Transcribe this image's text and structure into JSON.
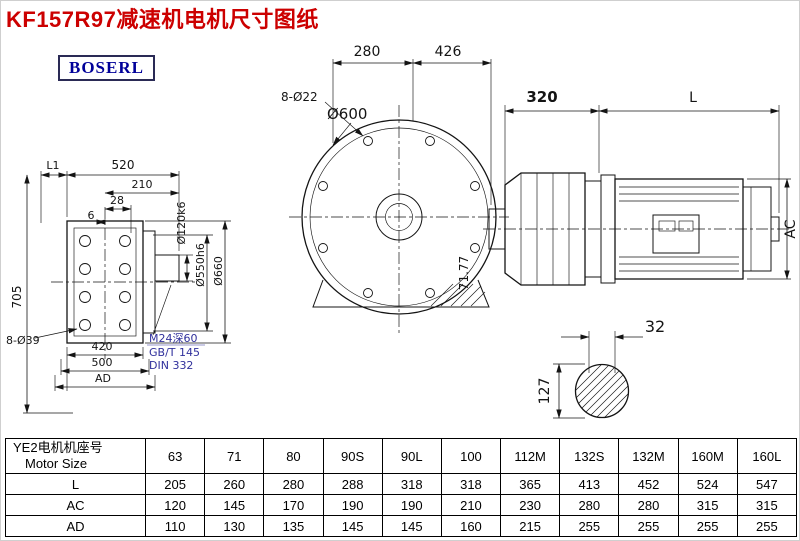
{
  "page": {
    "title": "KF157R97减速机电机尺寸图纸",
    "brand": "BOSERL"
  },
  "colors": {
    "title_red": "#cc0000",
    "brand_blue": "#000099",
    "note_blue": "#30309c"
  },
  "front_flange": {
    "dim_l1": "L1",
    "dim_520": "520",
    "dim_210": "210",
    "dim_28": "28",
    "dim_6": "6",
    "dim_705": "705",
    "holes": "8-Ø39",
    "dim_420": "420",
    "dim_500": "500",
    "dim_ad": "AD",
    "dia_shaft": "Ø120k6",
    "dia_spigot": "Ø550h6",
    "dia_flange": "Ø660",
    "note1": "M24深60",
    "note2": "GB/T 145",
    "note3": "DIN 332"
  },
  "housing_front": {
    "dim_280": "280",
    "dim_426": "426",
    "holes": "8-Ø22",
    "dia": "Ø600",
    "angle": "71.77"
  },
  "motor_side": {
    "dim_320": "320",
    "dim_l": "L",
    "dim_ac": "AC"
  },
  "shaft_section": {
    "dim_32": "32",
    "dim_127": "127"
  },
  "table": {
    "header_cn": "YE2电机机座号",
    "header_en": "Motor Size",
    "columns": [
      "63",
      "71",
      "80",
      "90S",
      "90L",
      "100",
      "112M",
      "132S",
      "132M",
      "160M",
      "160L"
    ],
    "rows": [
      {
        "label": "L",
        "values": [
          "205",
          "260",
          "280",
          "288",
          "318",
          "318",
          "365",
          "413",
          "452",
          "524",
          "547"
        ]
      },
      {
        "label": "AC",
        "values": [
          "120",
          "145",
          "170",
          "190",
          "190",
          "210",
          "230",
          "280",
          "280",
          "315",
          "315"
        ]
      },
      {
        "label": "AD",
        "values": [
          "110",
          "130",
          "135",
          "145",
          "145",
          "160",
          "215",
          "255",
          "255",
          "255",
          "255"
        ]
      }
    ]
  }
}
